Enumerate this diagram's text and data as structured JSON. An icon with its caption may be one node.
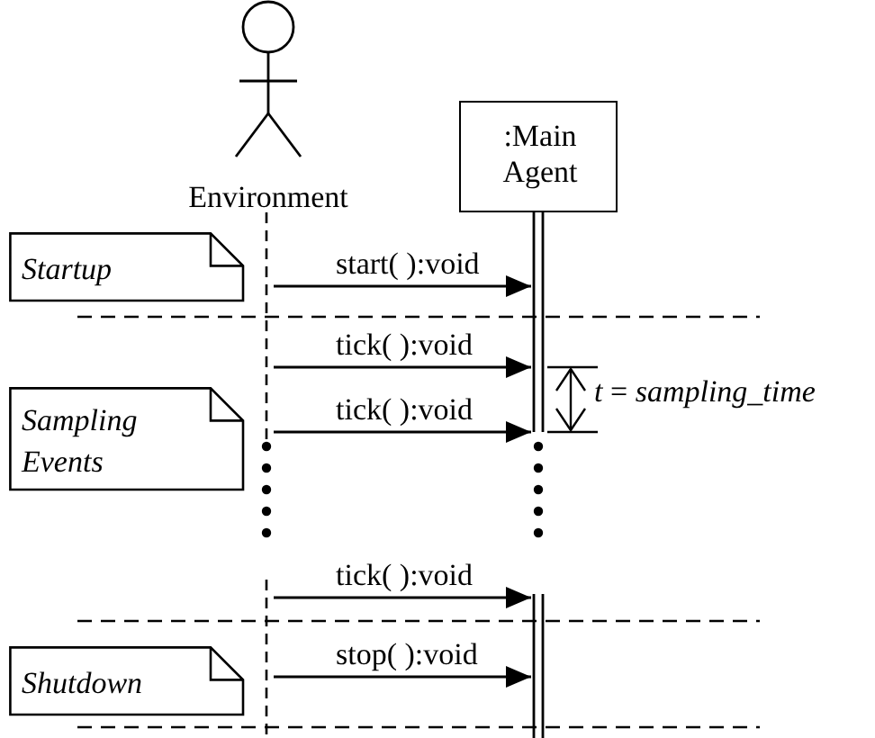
{
  "diagram": {
    "nodes": [
      {
        "text": [
          "Environment"
        ]
      },
      {
        "text": [
          ":Main Agent"
        ]
      },
      {
        "text": [],
        "shape": "line"
      },
      {
        "text": [],
        "shape": "bar"
      },
      {
        "text": [
          "Startup"
        ]
      },
      {
        "text": [
          "Sampling Events"
        ]
      },
      {
        "text": [
          "Shutdown"
        ]
      }
    ],
    "edges": [
      {
        "from": 2,
        "to": 3,
        "label": "start( ):void",
        "arrow": "to"
      },
      {
        "from": 2,
        "to": 3,
        "label": "tick( ):void",
        "arrow": "to"
      },
      {
        "from": 2,
        "to": 3,
        "label": "tick( ):void",
        "arrow": "to"
      },
      {
        "from": 2,
        "to": 3,
        "label": "tick( ):void",
        "arrow": "to"
      },
      {
        "from": 2,
        "to": 3,
        "label": "stop( ):void",
        "arrow": "to"
      }
    ],
    "labels": [
      "*t* = *sampling_time*"
    ]
  }
}
